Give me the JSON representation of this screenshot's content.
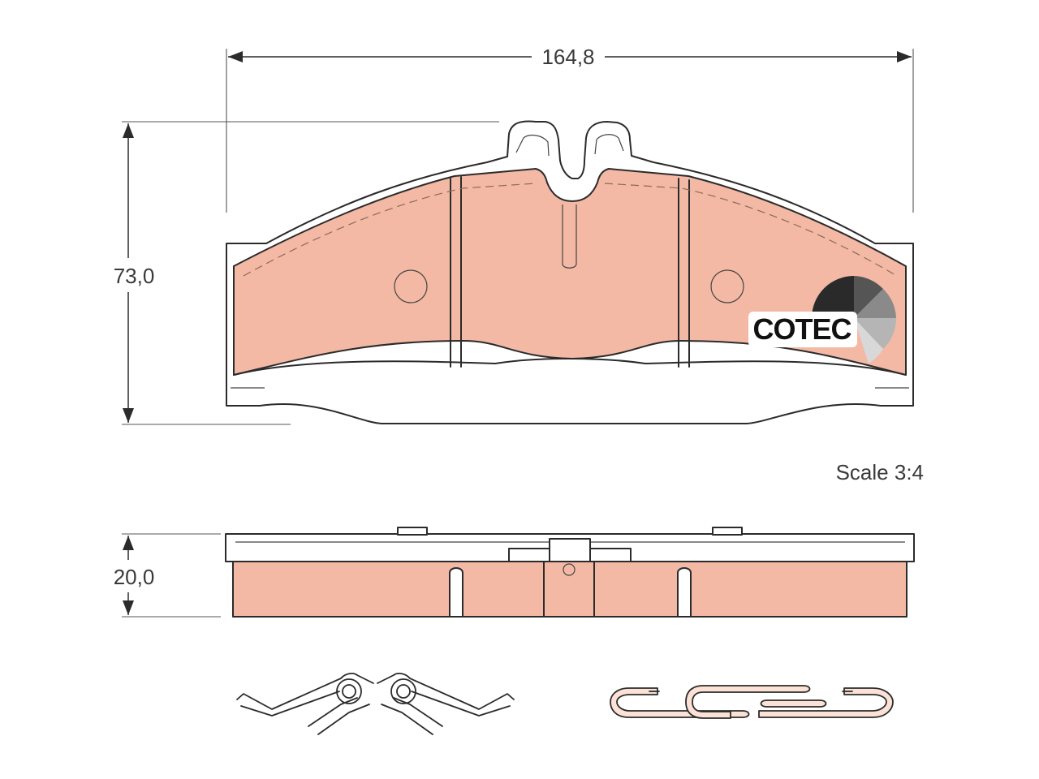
{
  "dimensions": {
    "width_label": "164,8",
    "height_label": "73,0",
    "thickness_label": "20,0"
  },
  "scale_label": "Scale 3:4",
  "logo": {
    "text": "COTEC"
  },
  "colors": {
    "friction_material": "#f3b9a4",
    "outline": "#2b2b2b",
    "clip_fill": "#fbe1d6"
  }
}
